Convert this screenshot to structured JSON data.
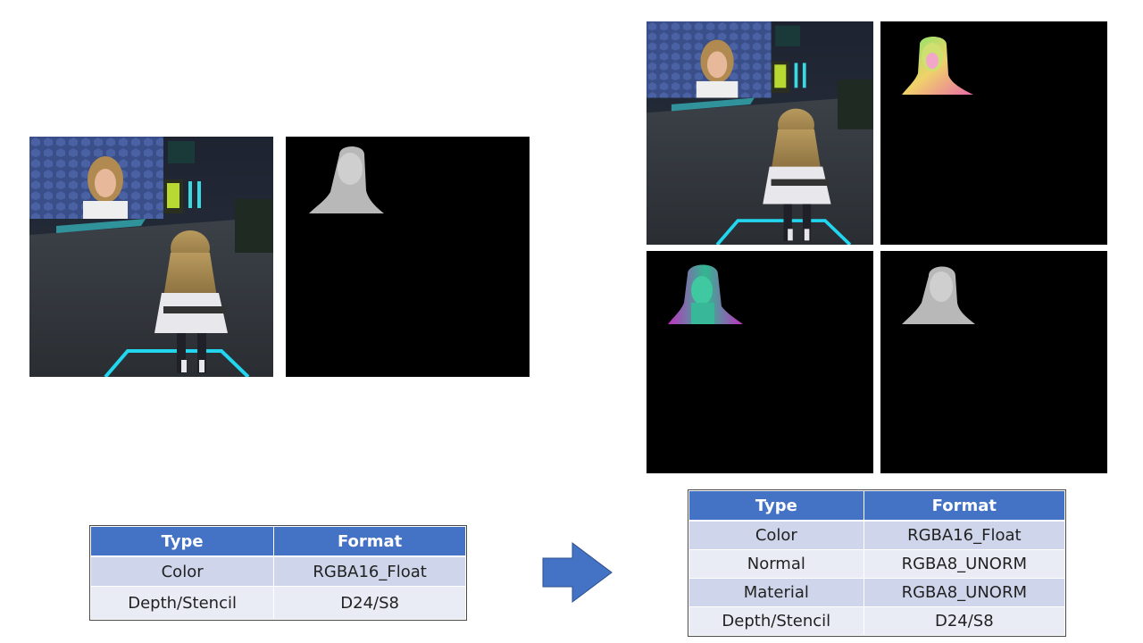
{
  "before": {
    "panels": [
      {
        "id": "scene-color",
        "kind": "scene"
      },
      {
        "id": "depth",
        "kind": "depth"
      }
    ],
    "table": {
      "headers": [
        "Type",
        "Format"
      ],
      "rows": [
        [
          "Color",
          "RGBA16_Float"
        ],
        [
          "Depth/Stencil",
          "D24/S8"
        ]
      ]
    }
  },
  "after": {
    "panels": [
      {
        "id": "scene-color",
        "kind": "scene"
      },
      {
        "id": "normal",
        "kind": "normal"
      },
      {
        "id": "material",
        "kind": "material"
      },
      {
        "id": "depth",
        "kind": "depth"
      }
    ],
    "table": {
      "headers": [
        "Type",
        "Format"
      ],
      "rows": [
        [
          "Color",
          "RGBA16_Float"
        ],
        [
          "Normal",
          "RGBA8_UNORM"
        ],
        [
          "Material",
          "RGBA8_UNORM"
        ],
        [
          "Depth/Stencil",
          "D24/S8"
        ]
      ]
    }
  },
  "arrow_icon": "right-arrow-icon",
  "colors": {
    "header_bg": "#4472c4",
    "row_odd": "#cfd5ea",
    "row_even": "#e9ebf5",
    "arrow": "#4472c4"
  }
}
